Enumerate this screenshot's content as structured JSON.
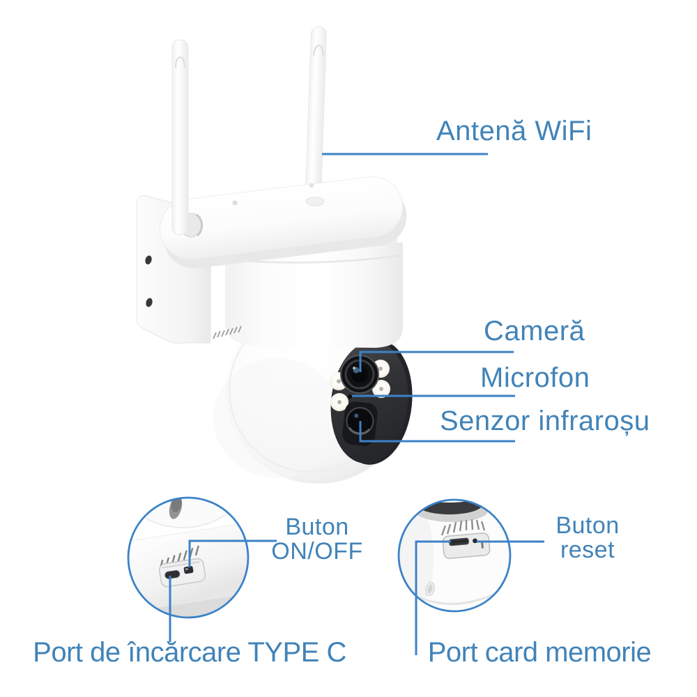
{
  "page": {
    "background": "#ffffff"
  },
  "colors": {
    "label_text": "#4183b8",
    "leader_line": "#3b82c8",
    "callout_ring": "#3b82c8",
    "device_body": "#fdfdfd",
    "camera_face_panel": "#2e2f33"
  },
  "labels": {
    "antenna": "Antenă WiFi",
    "camera": "Cameră",
    "microphone": "Microfon",
    "infrared_sensor": "Senzor infraroșu",
    "power_button": {
      "line1": "Buton",
      "line2": "ON/OFF"
    },
    "reset_button": {
      "line1": "Buton",
      "line2": "reset"
    },
    "charging_port": "Port de încărcare TYPE C",
    "memory_card_port": "Port card memorie"
  }
}
